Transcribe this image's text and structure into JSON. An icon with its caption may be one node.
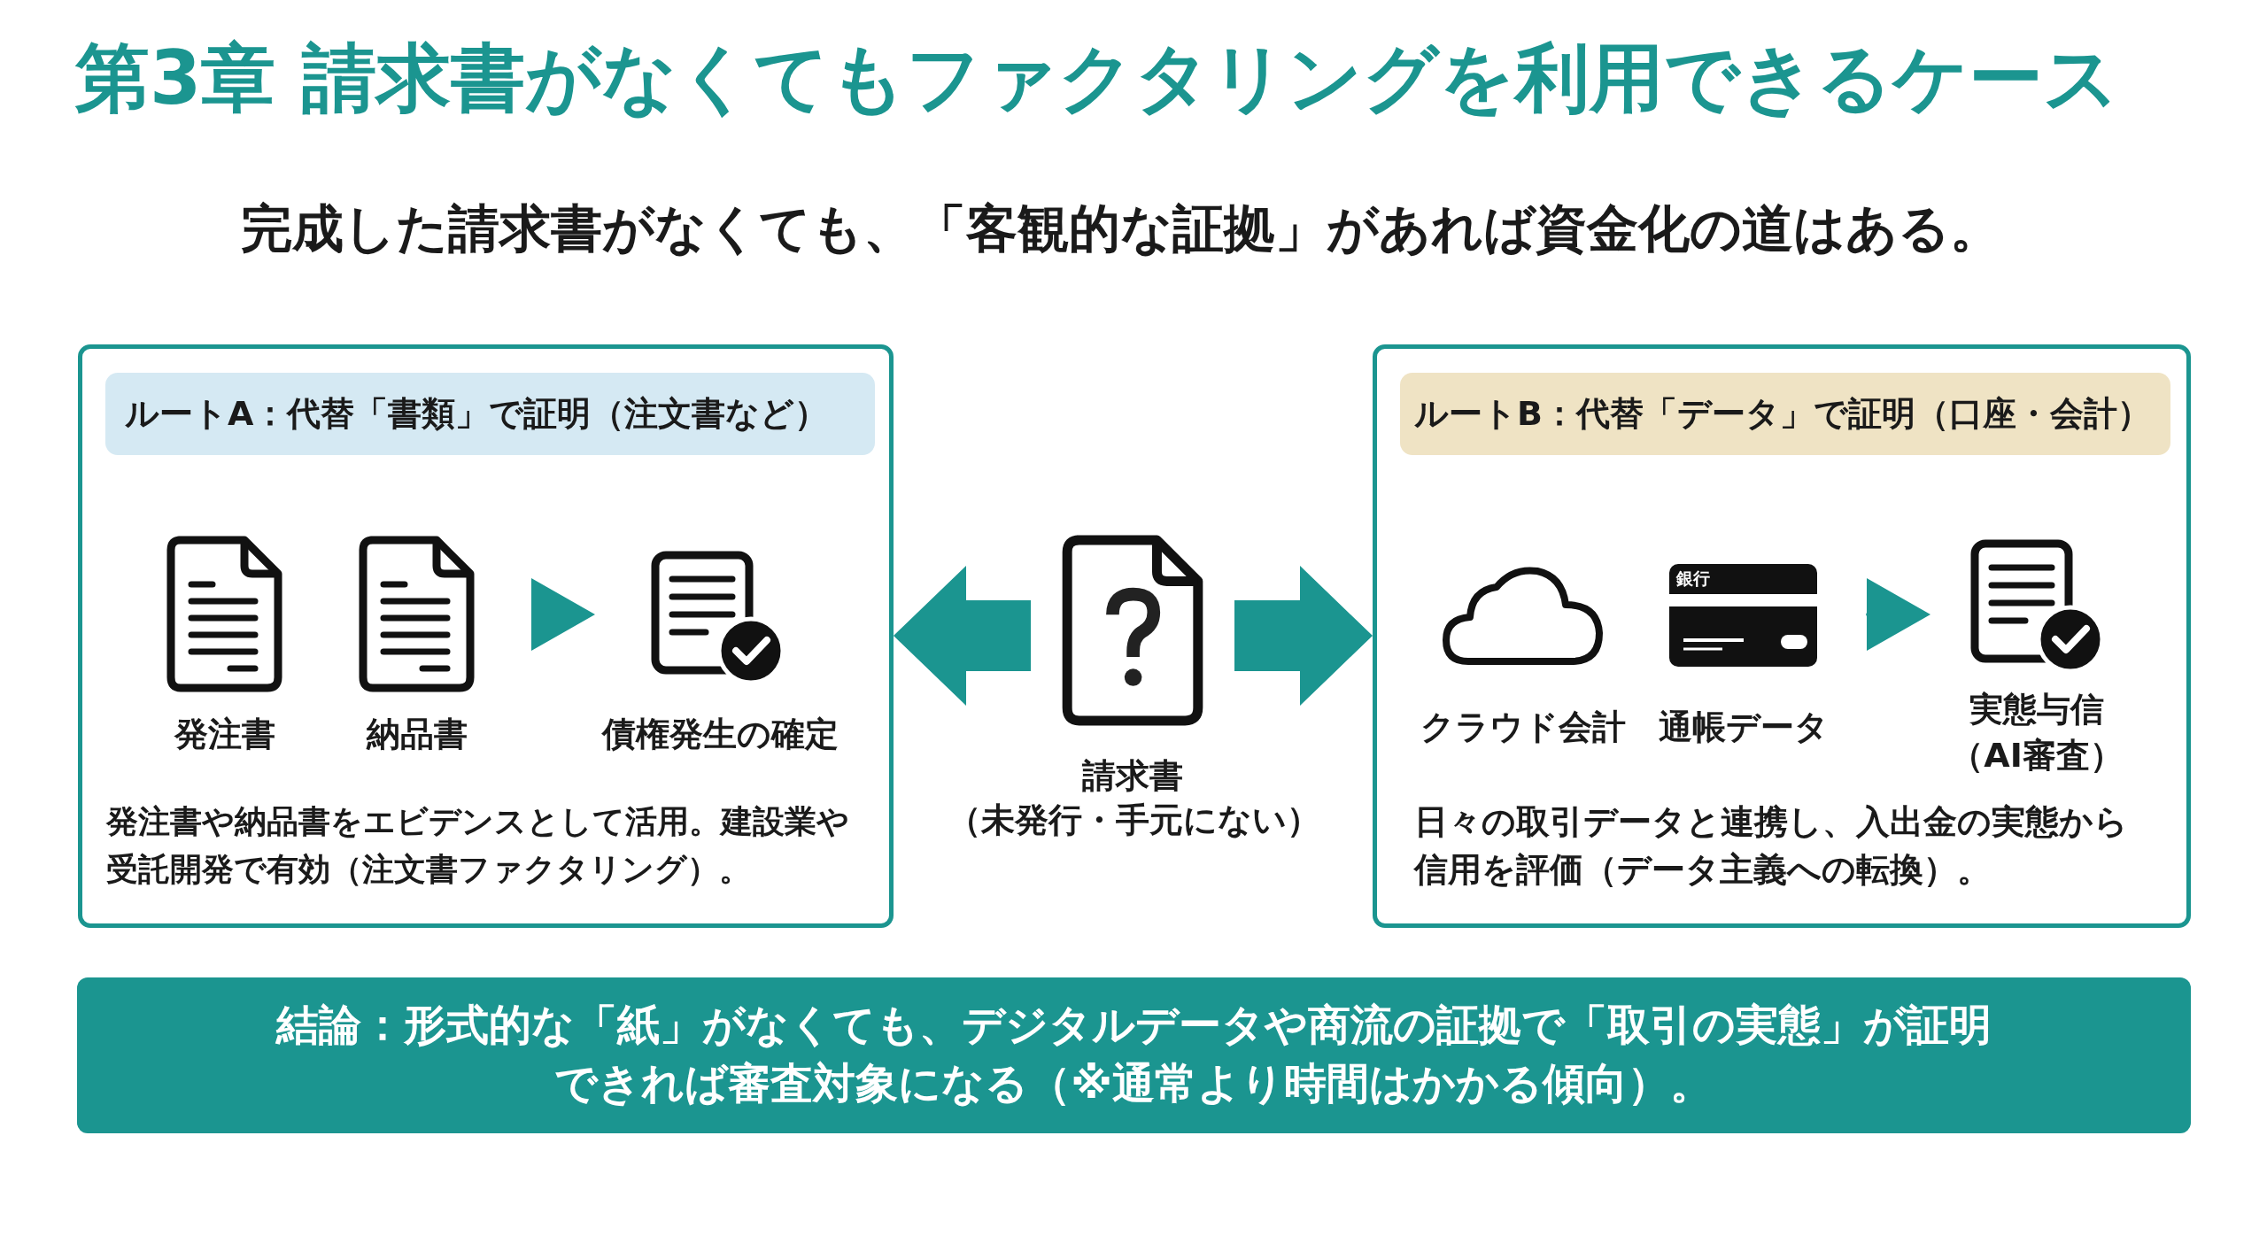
{
  "diagram": {
    "title": "第3章 請求書がなくてもファクタリングを利用できるケース",
    "nodes": [
      {
        "text": [
          "発注書や納品書をエビデンスとして活用。建設業や受託開発で有効（注文書ファクタリング）。"
        ]
      },
      {
        "text": [
          "ルートA：代替「書類」で証明（注文書など）"
        ],
        "in": 0
      },
      {
        "text": [
          "発注書"
        ],
        "in": 0
      },
      {
        "text": [
          "納品書"
        ],
        "in": 0
      },
      {
        "text": [
          "債権発生の確定"
        ],
        "in": 0
      },
      {
        "text": [
          "請求書"
        ],
        "beside": [
          "（未発行・手元にない）"
        ]
      },
      {
        "text": [
          "日々の取引データと連携し、入出金の実態から信用を評価（データ主義への転換）。"
        ]
      },
      {
        "text": [
          "ルートB：代替「データ」で証明（口座・会計）"
        ],
        "in": 6
      },
      {
        "text": [
          "クラウド会計"
        ],
        "in": 6
      },
      {
        "text": [
          "通帳データ"
        ],
        "in": 6
      },
      {
        "text": [
          "実態与信",
          "（AI審査）"
        ],
        "in": 6
      },
      {
        "text": [
          "結論：形式的な「紙」がなくても、デジタルデータや商流の証拠で「取引の実態」が証明できれば審査対象になる（※通常より時間はかかる傾向）。"
        ]
      }
    ],
    "edges": [
      {
        "from": 5,
        "to": 0,
        "arrow": "to",
        "style": "thick"
      },
      {
        "from": 5,
        "to": 6,
        "arrow": "to",
        "style": "thick"
      },
      {
        "from": 3,
        "to": 4,
        "arrow": "to"
      },
      {
        "from": 9,
        "to": 10,
        "arrow": "to"
      }
    ],
    "labels": [
      "完成した請求書がなくても、「客観的な証拠」があれば資金化の道はある。",
      "銀行"
    ]
  }
}
